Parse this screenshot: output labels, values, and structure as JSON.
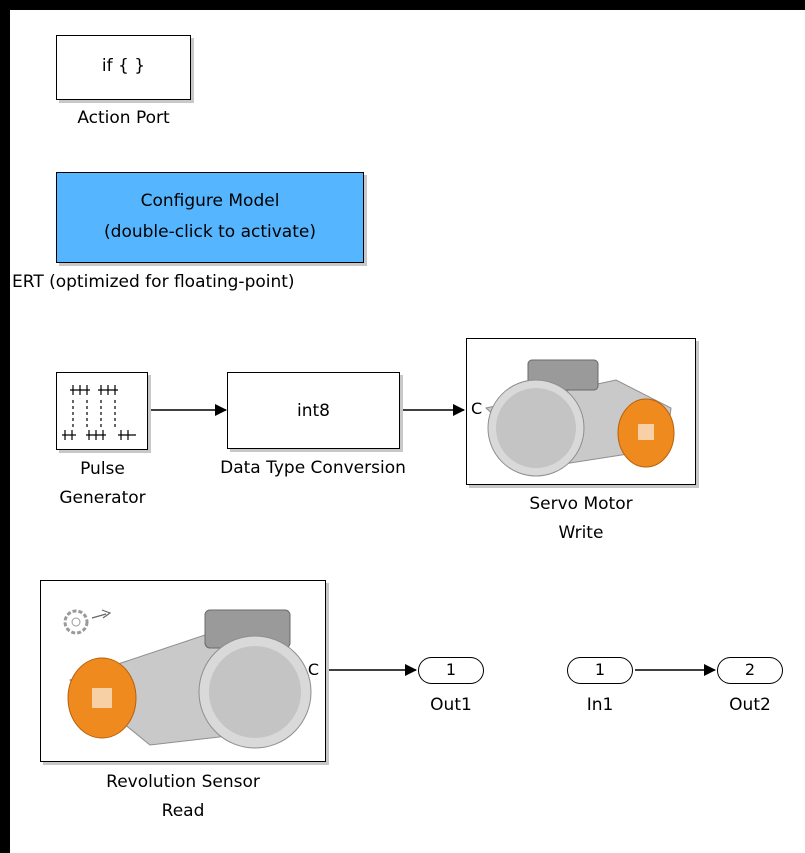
{
  "action_port": {
    "icon_text": "if { }",
    "label": "Action Port"
  },
  "configure_model": {
    "line1": "Configure Model",
    "line2": "(double-click to activate)",
    "label": "ERT (optimized for floating-point)",
    "fill_color": "#55b6ff"
  },
  "pulse_generator": {
    "label_line1": "Pulse",
    "label_line2": "Generator"
  },
  "data_type_conversion": {
    "icon_text": "int8",
    "label": "Data Type Conversion"
  },
  "servo_motor": {
    "port_char": "C",
    "label_line1": "Servo Motor",
    "label_line2": "Write"
  },
  "revolution_sensor": {
    "port_char": "C",
    "label_line1": "Revolution Sensor",
    "label_line2": "Read"
  },
  "out1": {
    "number": "1",
    "label": "Out1"
  },
  "in1": {
    "number": "1",
    "label": "In1"
  },
  "out2": {
    "number": "2",
    "label": "Out2"
  },
  "colors": {
    "motor_orange": "#ee8a1e",
    "motor_gray": "#c9c9c9"
  }
}
